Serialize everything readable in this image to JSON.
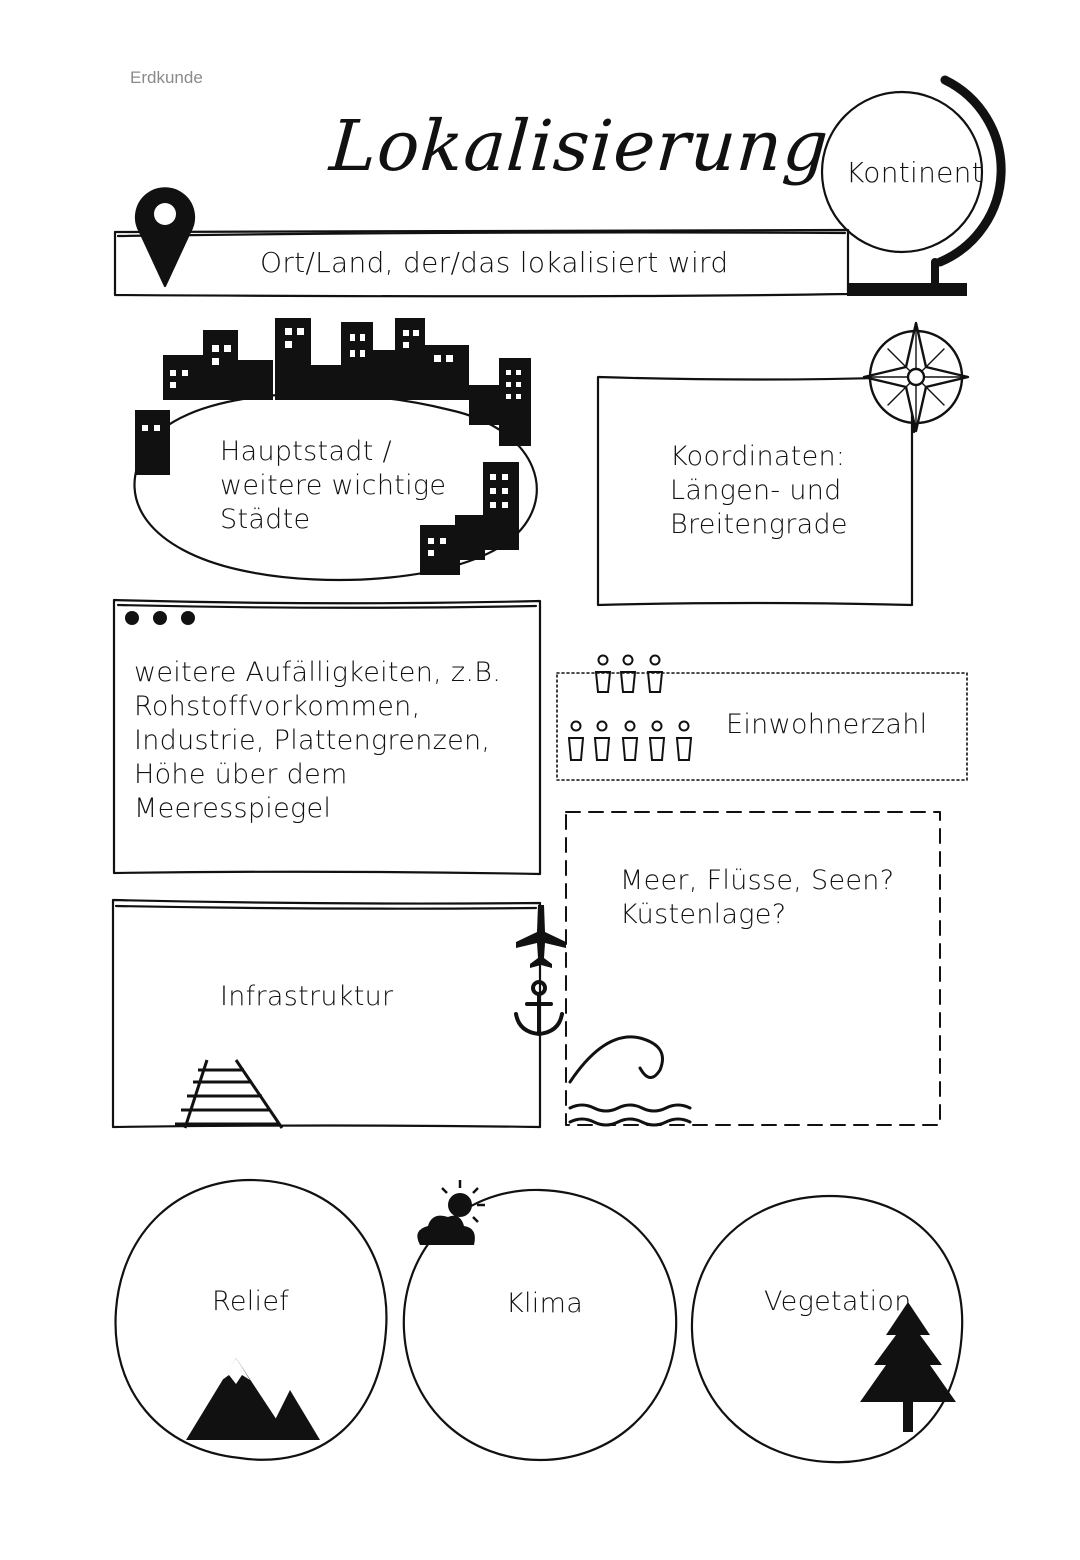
{
  "page": {
    "subject": "Erdkunde",
    "title": "Lokalisierung"
  },
  "sections": {
    "kontinent": "Kontinent",
    "ort_land": "Ort/Land, der/das lokalisiert wird",
    "hauptstadt": "Hauptstadt /\nweitere wichtige\nStädte",
    "koordinaten": "Koordinaten:\nLängen- und\nBreitengrade",
    "auffaelligkeiten": "weitere Aufälligkeiten, z.B.\nRohstoffvorkommen,\nIndustrie, Plattengrenzen,\nHöhe über dem\nMeeresspiegel",
    "einwohnerzahl": "Einwohnerzahl",
    "gewaesser": "Meer, Flüsse, Seen?\nKüstenlage?",
    "infrastruktur": "Infrastruktur",
    "relief": "Relief",
    "klima": "Klima",
    "vegetation": "Vegetation"
  },
  "icons": [
    "location-pin-icon",
    "globe-icon",
    "city-skyline-icon",
    "compass-rose-icon",
    "ellipsis-icon",
    "people-icon",
    "airplane-icon",
    "anchor-icon",
    "wave-icon",
    "railway-icon",
    "sun-cloud-icon",
    "mountain-icon",
    "pine-tree-icon"
  ]
}
